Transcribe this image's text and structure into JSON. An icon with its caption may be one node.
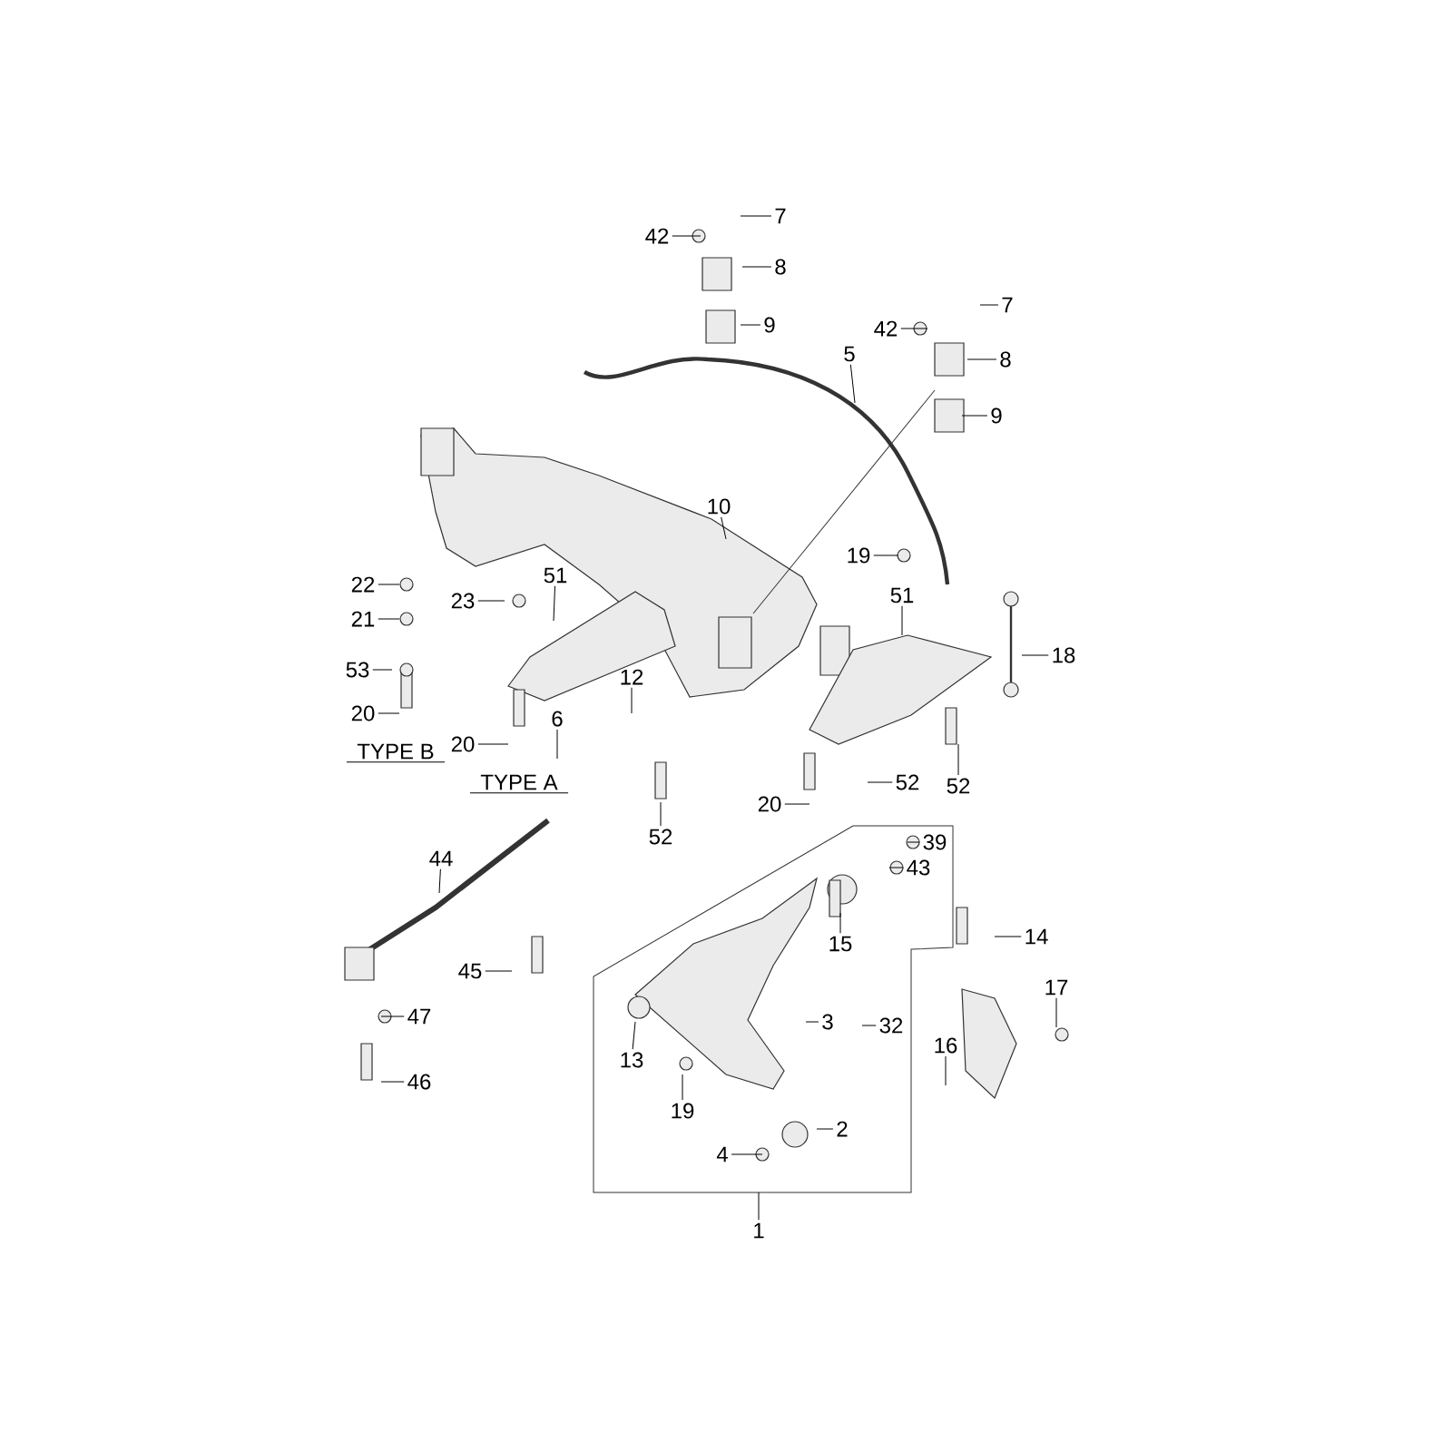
{
  "diagram": {
    "nodes": [
      {
        "text": [
          "42"
        ]
      },
      {
        "text": [
          "7"
        ]
      },
      {
        "text": [
          "8"
        ]
      },
      {
        "text": [
          "9"
        ]
      },
      {
        "text": [
          "5"
        ]
      },
      {
        "text": [
          "42"
        ]
      },
      {
        "text": [
          "7"
        ]
      },
      {
        "text": [
          "8"
        ]
      },
      {
        "text": [
          "9"
        ]
      },
      {
        "text": [
          "10"
        ]
      },
      {
        "text": [
          "19"
        ]
      },
      {
        "text": [
          "18"
        ]
      },
      {
        "text": [
          "22"
        ]
      },
      {
        "text": [
          "21"
        ]
      },
      {
        "text": [
          "23"
        ]
      },
      {
        "text": [
          "51"
        ]
      },
      {
        "text": [
          "53"
        ]
      },
      {
        "text": [
          "20"
        ]
      },
      {
        "text": [
          "20"
        ]
      },
      {
        "text": [
          "6"
        ]
      },
      {
        "text": [
          "12"
        ]
      },
      {
        "text": [
          "51"
        ]
      },
      {
        "text": [
          "52"
        ]
      },
      {
        "text": [
          "52"
        ]
      },
      {
        "text": [
          "20"
        ]
      },
      {
        "text": [
          "52"
        ]
      },
      {
        "text": [
          "39"
        ]
      },
      {
        "text": [
          "43"
        ]
      },
      {
        "text": [
          "14"
        ]
      },
      {
        "text": [
          "15"
        ]
      },
      {
        "text": [
          "44"
        ]
      },
      {
        "text": [
          "45"
        ]
      },
      {
        "text": [
          "47"
        ]
      },
      {
        "text": [
          "46"
        ]
      },
      {
        "text": [
          "13"
        ]
      },
      {
        "text": [
          "3"
        ]
      },
      {
        "text": [
          "32"
        ]
      },
      {
        "text": [
          "17"
        ]
      },
      {
        "text": [
          "16"
        ]
      },
      {
        "text": [
          "19"
        ]
      },
      {
        "text": [
          "2"
        ]
      },
      {
        "text": [
          "4"
        ]
      },
      {
        "text": [
          "1"
        ]
      }
    ],
    "edges": [
      {
        "from": 0,
        "to": null,
        "arrow": "none"
      },
      {
        "from": 1,
        "to": null,
        "arrow": "none"
      },
      {
        "from": 2,
        "to": null,
        "arrow": "none"
      },
      {
        "from": 3,
        "to": null,
        "arrow": "none"
      },
      {
        "from": 4,
        "to": null,
        "arrow": "none"
      },
      {
        "from": 5,
        "to": null,
        "arrow": "none"
      },
      {
        "from": 6,
        "to": null,
        "arrow": "none"
      },
      {
        "from": 7,
        "to": null,
        "arrow": "none"
      },
      {
        "from": 8,
        "to": null,
        "arrow": "none"
      },
      {
        "from": 9,
        "to": null,
        "arrow": "none"
      },
      {
        "from": 10,
        "to": null,
        "arrow": "none"
      },
      {
        "from": 11,
        "to": null,
        "arrow": "none"
      },
      {
        "from": 12,
        "to": null,
        "arrow": "none"
      },
      {
        "from": 13,
        "to": null,
        "arrow": "none"
      },
      {
        "from": 14,
        "to": null,
        "arrow": "none"
      },
      {
        "from": 15,
        "to": null,
        "arrow": "none"
      },
      {
        "from": 16,
        "to": null,
        "arrow": "none"
      },
      {
        "from": 17,
        "to": null,
        "arrow": "none"
      },
      {
        "from": 18,
        "to": null,
        "arrow": "none"
      },
      {
        "from": 19,
        "to": null,
        "arrow": "none"
      },
      {
        "from": 20,
        "to": null,
        "arrow": "none"
      },
      {
        "from": 21,
        "to": null,
        "arrow": "none"
      },
      {
        "from": 22,
        "to": null,
        "arrow": "none"
      },
      {
        "from": 23,
        "to": null,
        "arrow": "none"
      },
      {
        "from": 24,
        "to": null,
        "arrow": "none"
      },
      {
        "from": 25,
        "to": null,
        "arrow": "none"
      },
      {
        "from": 26,
        "to": null,
        "arrow": "none"
      },
      {
        "from": 27,
        "to": null,
        "arrow": "none"
      },
      {
        "from": 28,
        "to": null,
        "arrow": "none"
      },
      {
        "from": 29,
        "to": null,
        "arrow": "none"
      },
      {
        "from": 30,
        "to": null,
        "arrow": "none"
      },
      {
        "from": 31,
        "to": null,
        "arrow": "none"
      },
      {
        "from": 32,
        "to": null,
        "arrow": "none"
      },
      {
        "from": 33,
        "to": null,
        "arrow": "none"
      },
      {
        "from": 34,
        "to": null,
        "arrow": "none"
      },
      {
        "from": 35,
        "to": null,
        "arrow": "none"
      },
      {
        "from": 36,
        "to": null,
        "arrow": "none"
      },
      {
        "from": 37,
        "to": null,
        "arrow": "none"
      },
      {
        "from": 38,
        "to": null,
        "arrow": "none"
      },
      {
        "from": 39,
        "to": null,
        "arrow": "none"
      },
      {
        "from": 40,
        "to": null,
        "arrow": "none"
      },
      {
        "from": 41,
        "to": null,
        "arrow": "none"
      },
      {
        "from": 42,
        "to": null,
        "arrow": "none"
      }
    ],
    "labels": [
      "TYPE B",
      "TYPE A"
    ]
  }
}
